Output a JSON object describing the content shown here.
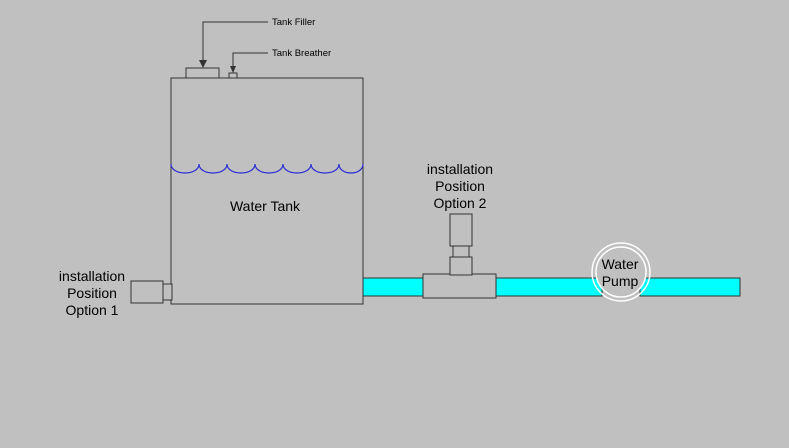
{
  "labels": {
    "tank": "Water Tank",
    "tank_filler": "Tank Filler",
    "tank_breather": "Tank Breather",
    "option1": [
      "installation",
      "Position",
      "Option 1"
    ],
    "option2": [
      "installation",
      "Position",
      "Option 2"
    ],
    "pump": [
      "Water",
      "Pump"
    ]
  },
  "colors": {
    "background": "#c0c0c0",
    "outline": "#333333",
    "pipe": "#00ffff",
    "water_line": "#2a2ad6",
    "pump_ring": "#ffffff"
  }
}
